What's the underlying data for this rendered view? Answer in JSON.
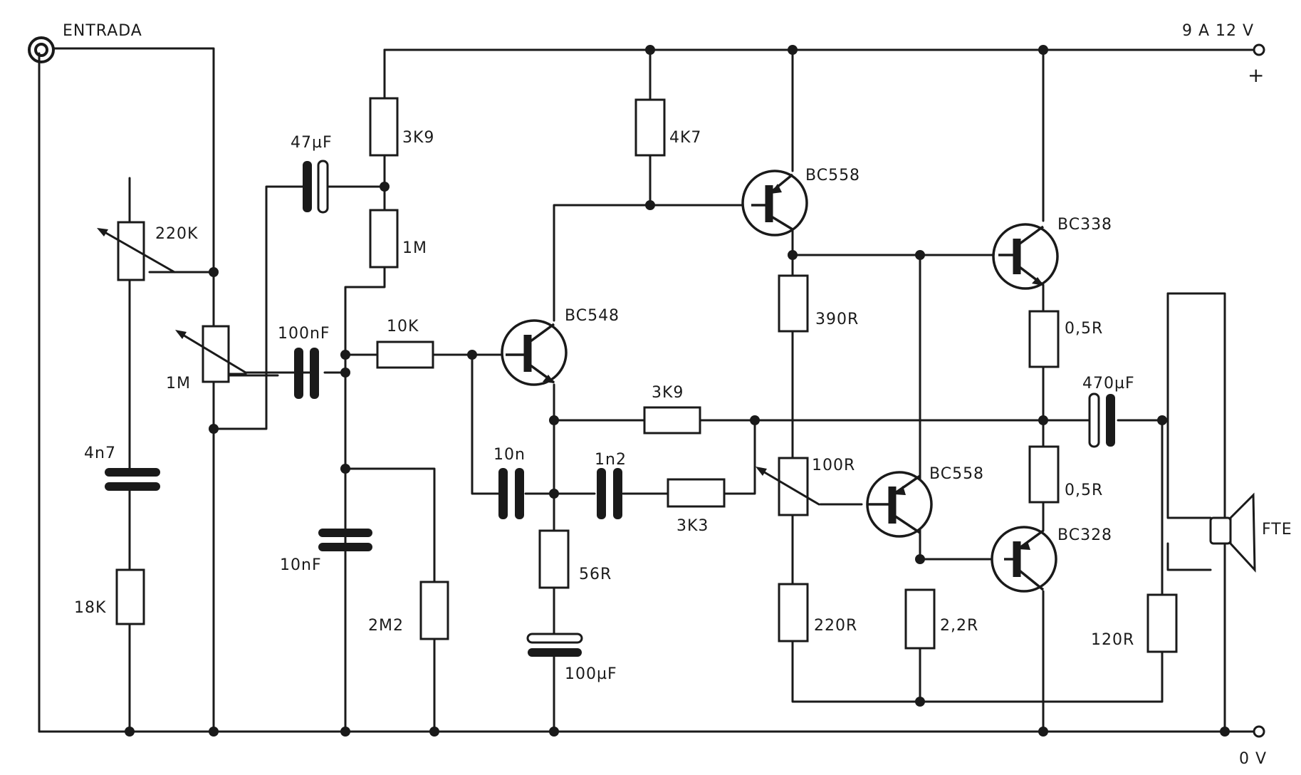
{
  "labels": {
    "entrada": "ENTRADA",
    "supply": "9 A 12 V",
    "plus": "+",
    "zero_v": "0 V",
    "r_220k": "220K",
    "pot_1m": "1M",
    "c_4n7": "4n7",
    "r_18k": "18K",
    "c_47uf": "47µF",
    "c_100nf": "100nF",
    "r_3k9_top": "3K9",
    "r_1m": "1M",
    "r_10k": "10K",
    "c_10nf": "10nF",
    "r_2m2": "2M2",
    "q_bc548": "BC548",
    "r_4k7": "4K7",
    "q_bc558_top": "BC558",
    "r_3k9_fb": "3K9",
    "c_10n": "10n",
    "c_1n2": "1n2",
    "r_3k3": "3K3",
    "r_56r": "56R",
    "c_100uf": "100µF",
    "r_390r": "390R",
    "pot_100r": "100R",
    "r_220r": "220R",
    "q_bc558_bottom": "BC558",
    "r_2_2r": "2,2R",
    "q_bc338": "BC338",
    "r_0_5r_top": "0,5R",
    "c_470uf": "470µF",
    "r_0_5r_bottom": "0,5R",
    "q_bc328": "BC328",
    "r_120r": "120R",
    "speaker": "FTE"
  },
  "icons": {
    "input": "input-jack-icon",
    "output": "loudspeaker-icon"
  }
}
